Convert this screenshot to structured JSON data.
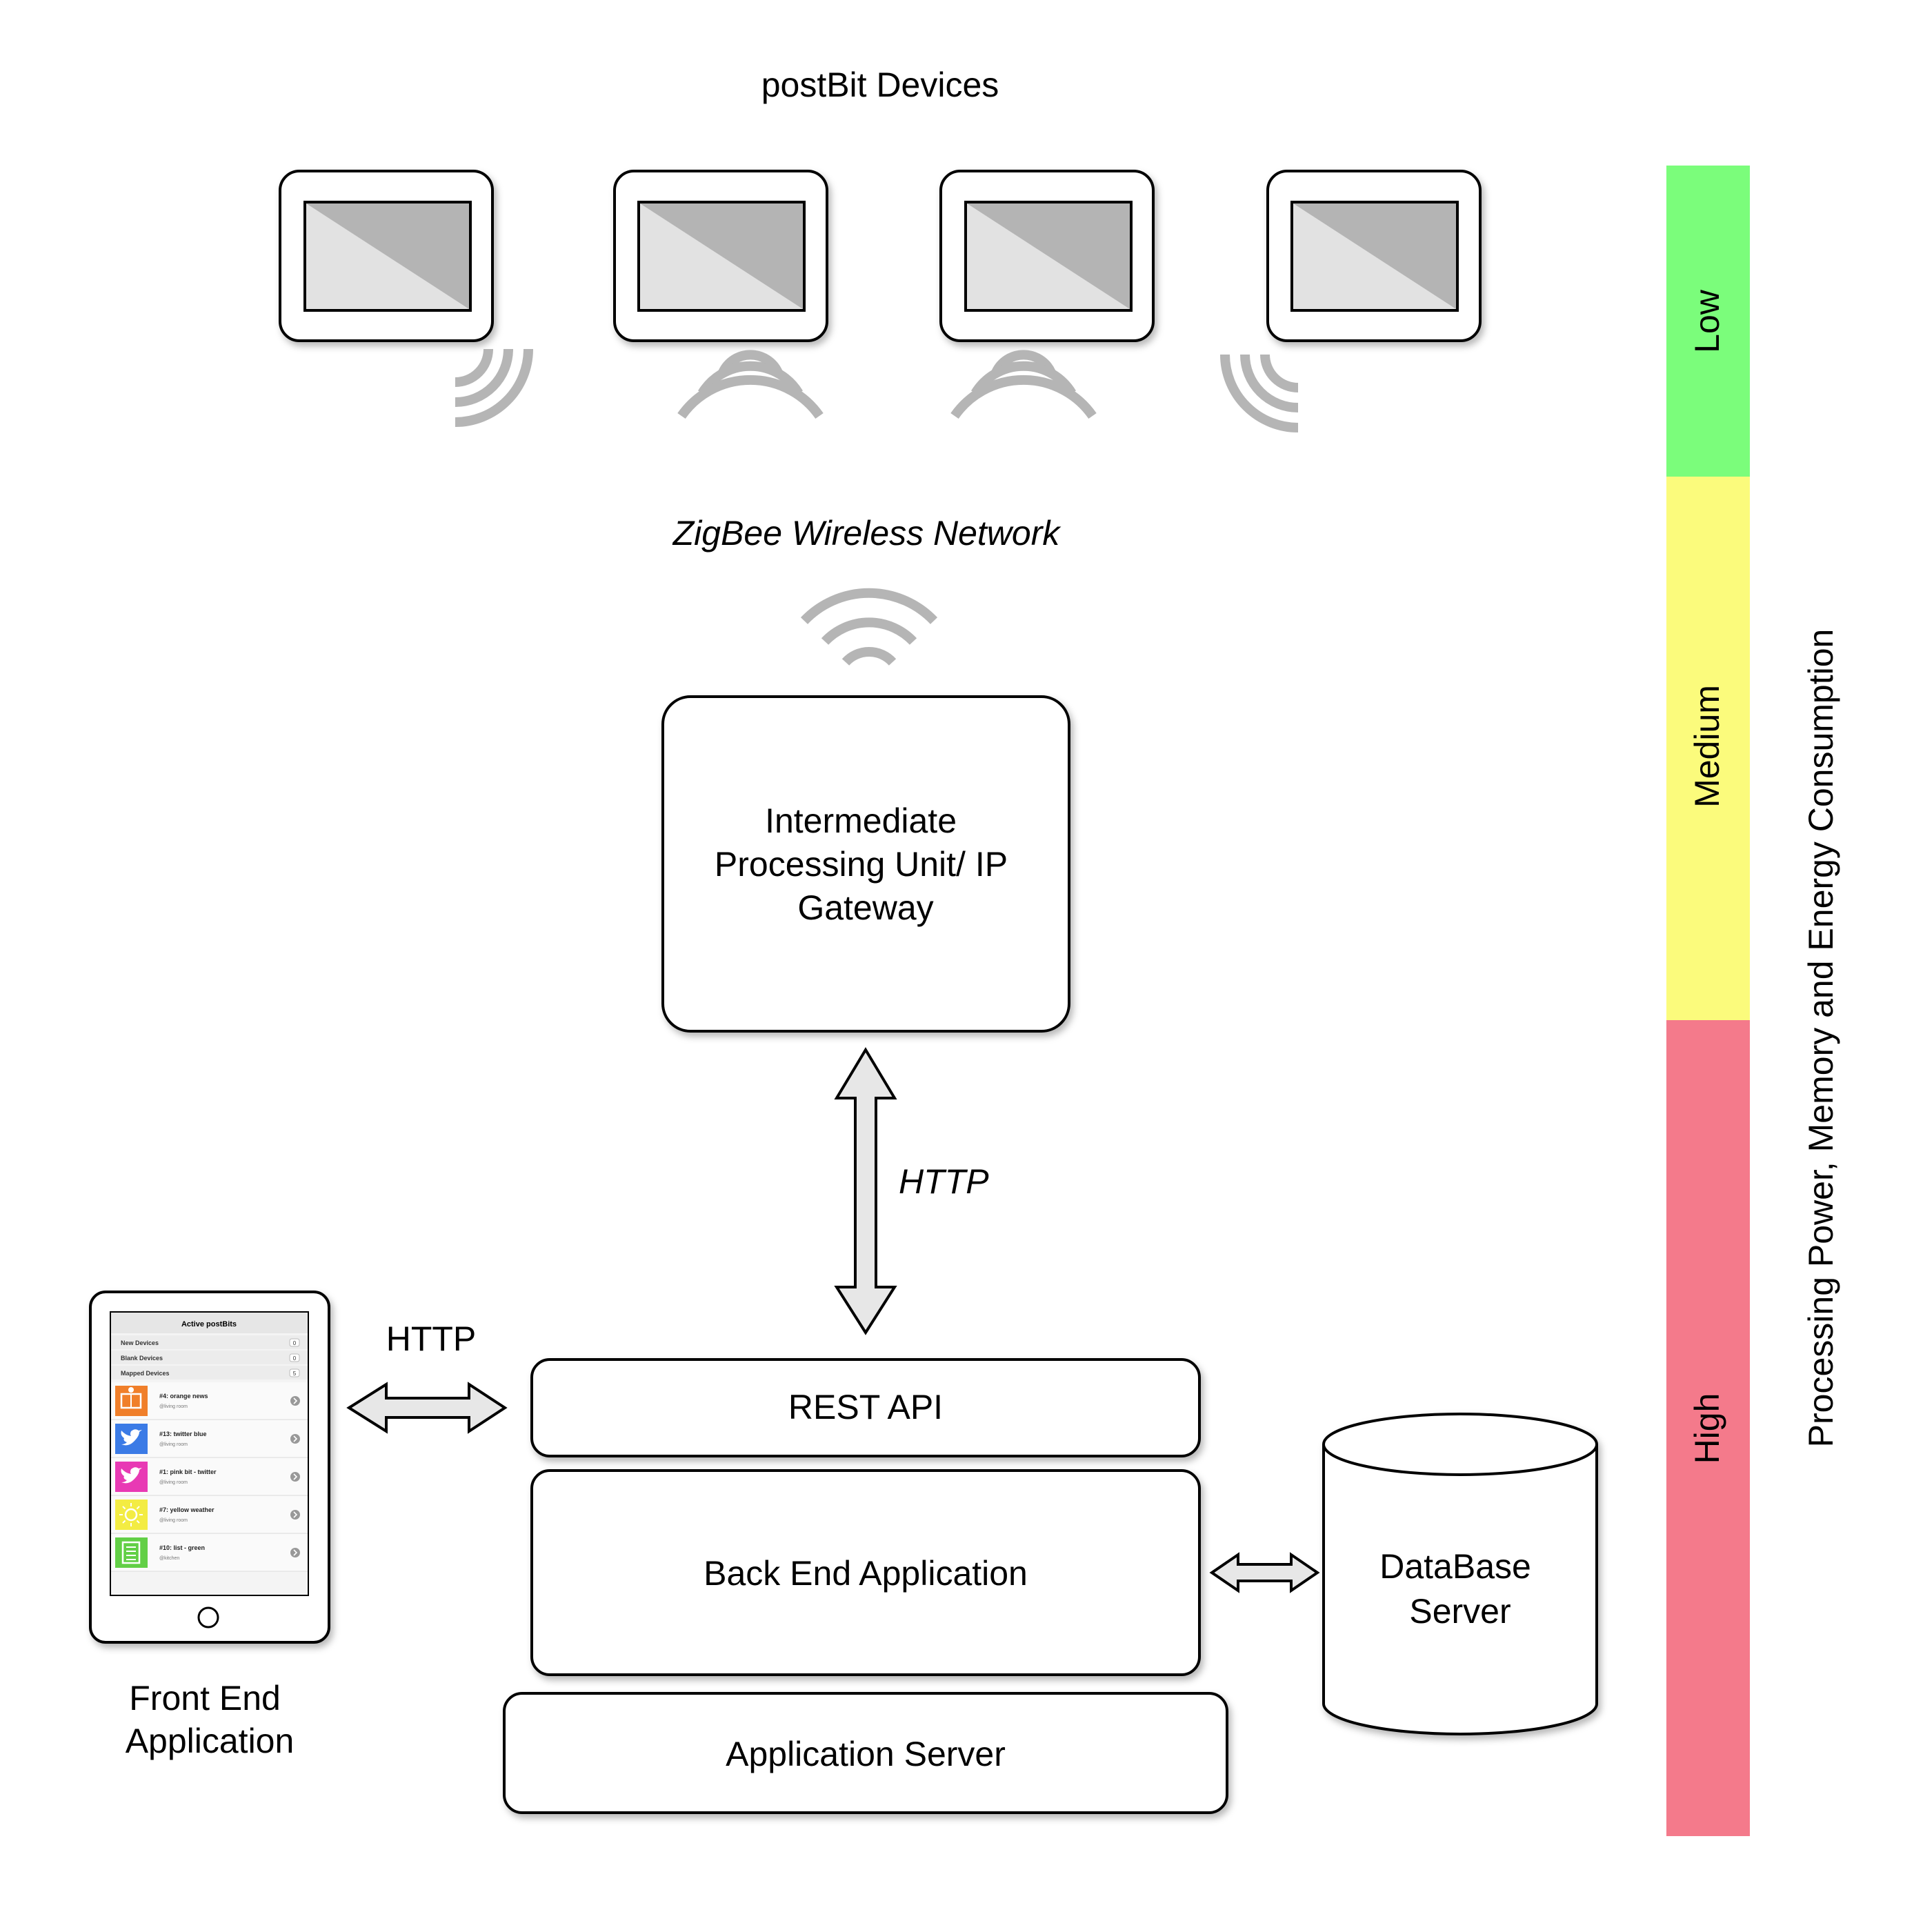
{
  "title": "postBit Devices",
  "network_label": "ZigBee Wireless Network",
  "gateway": {
    "lines": [
      "Intermediate",
      "Processing Unit/ IP",
      "Gateway"
    ]
  },
  "gateway_link_label": "HTTP",
  "frontend_link_label": "HTTP",
  "rest_api": "REST API",
  "backend": "Back End Application",
  "app_server": "Application Server",
  "database": {
    "lines": [
      "DataBase",
      "Server"
    ]
  },
  "frontend": {
    "lines": [
      "Front End",
      "Application"
    ],
    "screen": {
      "title": "Active postBits",
      "sections": [
        {
          "label": "New Devices",
          "count": "0"
        },
        {
          "label": "Blank Devices",
          "count": "0"
        },
        {
          "label": "Mapped Devices",
          "count": "5"
        }
      ],
      "items": [
        {
          "title": "#4: orange news",
          "subtitle": "@living room",
          "color": "#f07f2a",
          "icon": "newspaper-icon"
        },
        {
          "title": "#13: twitter blue",
          "subtitle": "@living room",
          "color": "#3b7be6",
          "icon": "twitter-bird-icon"
        },
        {
          "title": "#1: pink bit - twitter",
          "subtitle": "@living room",
          "color": "#e83ab4",
          "icon": "twitter-bird-icon"
        },
        {
          "title": "#7: yellow weather",
          "subtitle": "@living room",
          "color": "#f3ec43",
          "icon": "weather-sun-icon"
        },
        {
          "title": "#10: list - green",
          "subtitle": "@kitchen",
          "color": "#62cf46",
          "icon": "list-icon"
        }
      ]
    }
  },
  "scale": {
    "title": "Processing Power, Memory and Energy Consumption",
    "levels": [
      {
        "label": "Low",
        "color": "#7bfd7b"
      },
      {
        "label": "Medium",
        "color": "#fbfb7c"
      },
      {
        "label": "High",
        "color": "#f47a8b"
      }
    ]
  },
  "colors": {
    "wave": "#b5b5b5",
    "arrow_fill": "#e7e7e7",
    "screen_light": "#e2e2e2",
    "screen_dark": "#b4b4b4"
  }
}
